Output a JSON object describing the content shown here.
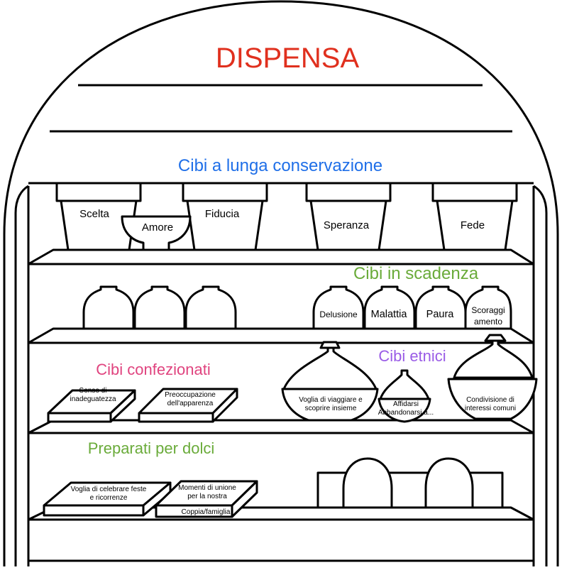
{
  "title": "DISPENSA",
  "sections": {
    "lunga_conservazione": "Cibi a lunga conservazione",
    "in_scadenza": "Cibi in scadenza",
    "confezionati": "Cibi confezionati",
    "etnici": "Cibi etnici",
    "dolci": "Preparati per dolci"
  },
  "pots": [
    "Scelta",
    "Amore",
    "Fiducia",
    "Speranza",
    "Fede"
  ],
  "jars": [
    "Delusione",
    "Malattia",
    "Paura",
    "Scoraggi\namento"
  ],
  "packages": [
    "Senso di inadeguatezza",
    "Preoccupazione dell'apparenza"
  ],
  "tagines": [
    "Voglia di viaggiare e scoprire insieme",
    "Affidarsi Abbandonarsi a...",
    "Condivisione di interessi comuni"
  ],
  "baking_boxes": [
    "Voglia di celebrare feste e ricorrenze",
    "Momenti di unione per la nostra",
    "Coppia/famiglia"
  ],
  "colors": {
    "title": "#e0301e",
    "lunga_conservazione": "#1f6fe8",
    "in_scadenza": "#6aab3a",
    "confezionati": "#e0447f",
    "etnici": "#9a5ce6",
    "dolci": "#6aab3a",
    "ink": "#000000"
  }
}
